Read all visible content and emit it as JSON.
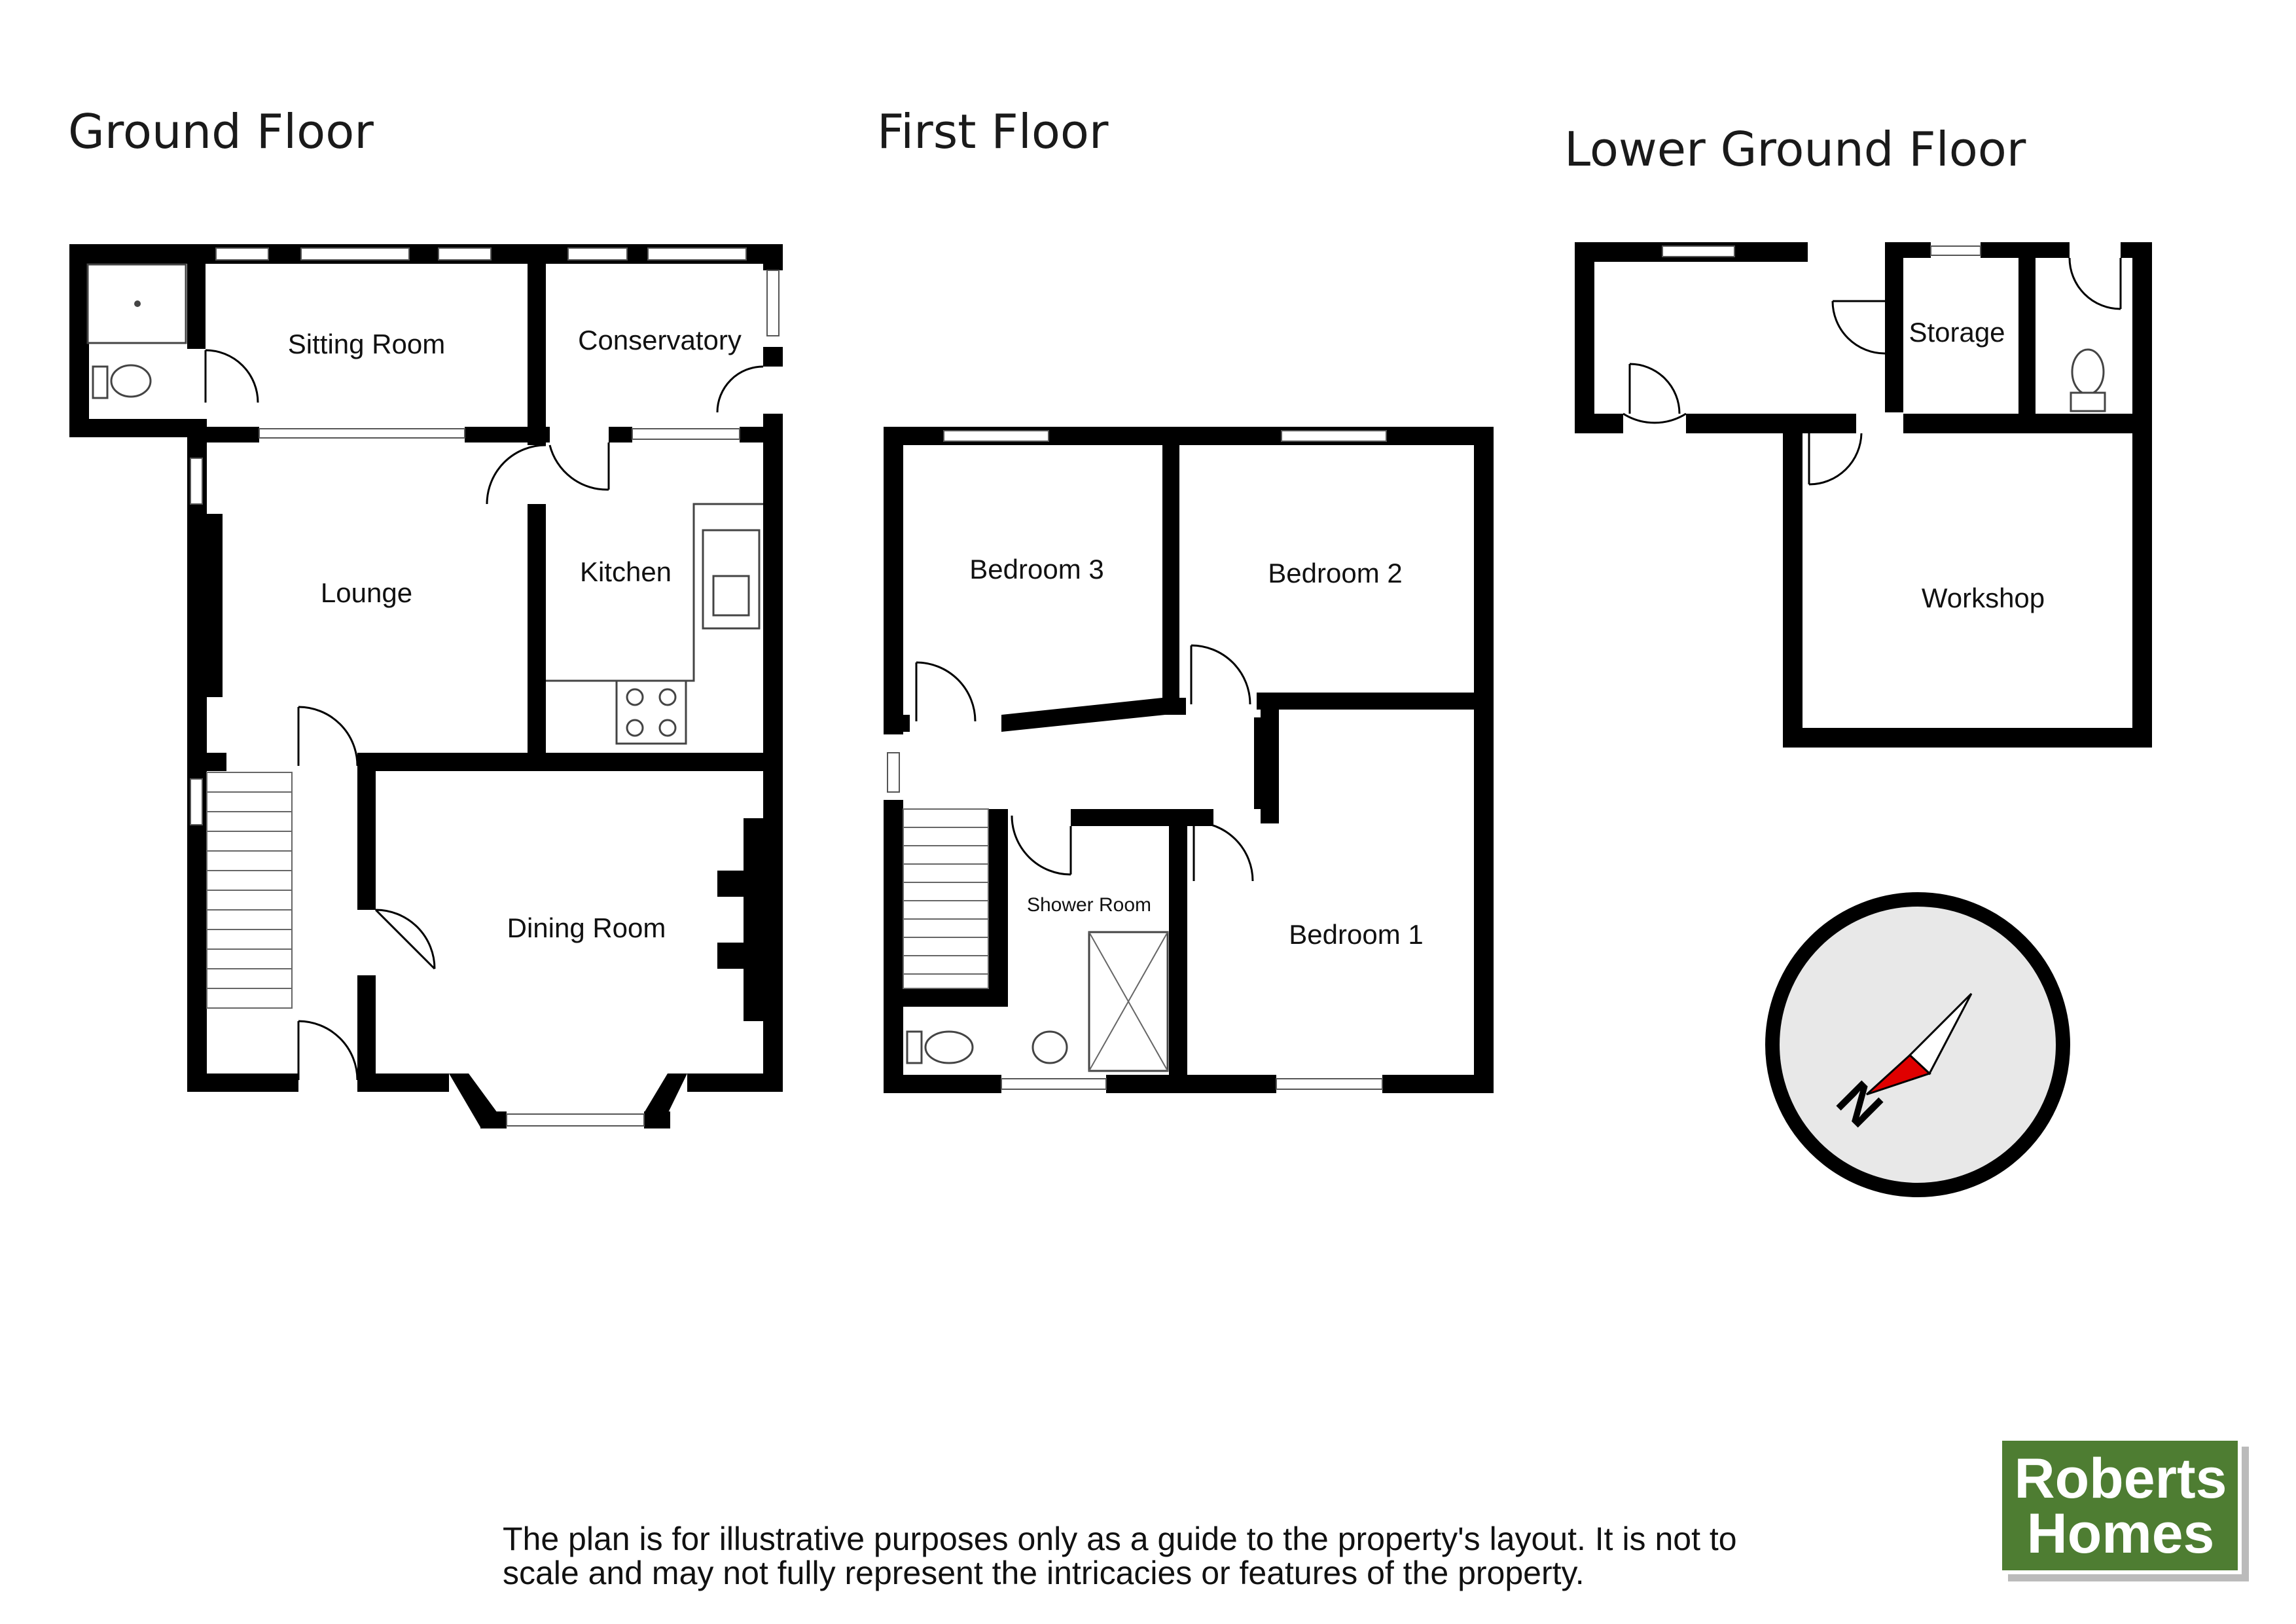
{
  "floors": {
    "ground": {
      "title": "Ground Floor",
      "rooms": {
        "sitting_room": "Sitting Room",
        "conservatory": "Conservatory",
        "lounge": "Lounge",
        "kitchen": "Kitchen",
        "dining_room": "Dining Room"
      }
    },
    "first": {
      "title": "First Floor",
      "rooms": {
        "bedroom3": "Bedroom 3",
        "bedroom2": "Bedroom 2",
        "bedroom1": "Bedroom 1",
        "shower_room": "Shower Room"
      }
    },
    "lower_ground": {
      "title": "Lower Ground Floor",
      "rooms": {
        "storage": "Storage",
        "workshop": "Workshop"
      }
    }
  },
  "compass": {
    "icon": "compass-icon",
    "north_label": "N",
    "needle_color": "#e00000"
  },
  "disclaimer": {
    "line1": "The plan is for illustrative purposes only as a guide to the property's layout. It is not to",
    "line2": "scale and may not fully represent the intricacies or features of the property."
  },
  "logo": {
    "line1": "Roberts",
    "line2": "Homes",
    "color": "#4e7d32"
  }
}
